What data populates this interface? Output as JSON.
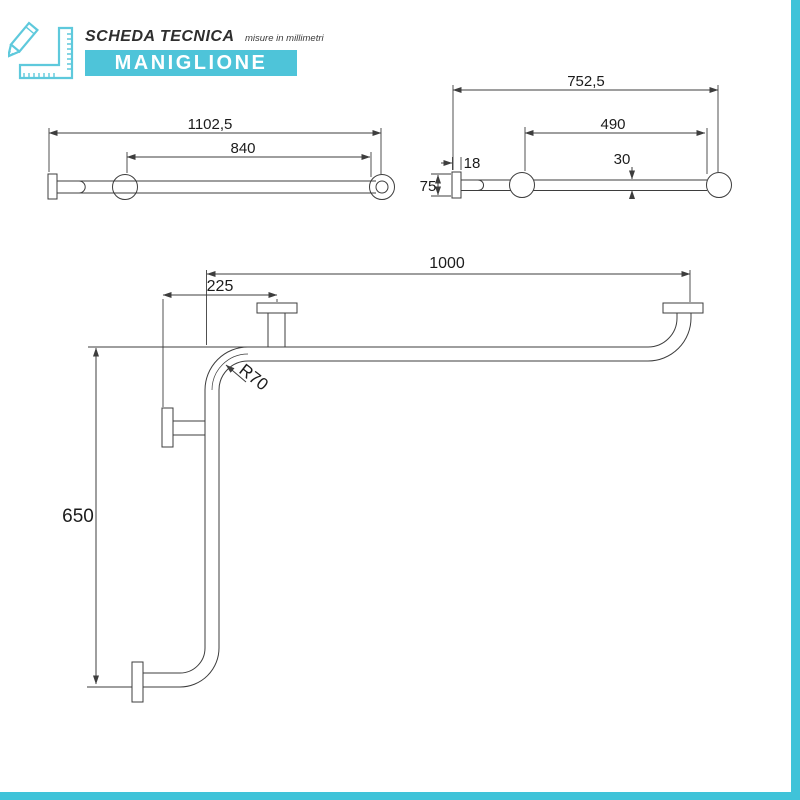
{
  "header": {
    "title": "SCHEDA TECNICA",
    "subtitle": "misure in millimetri",
    "banner_label": "MANIGLIONE"
  },
  "colors": {
    "accent": "#4ec4d9",
    "border_accent": "#3fc3d9",
    "line": "#3d3d3d",
    "background": "#ffffff"
  },
  "drawings": {
    "front_view": {
      "overall_length": "1102,5",
      "fixing_distance": "840"
    },
    "side_view": {
      "overall_length": "752,5",
      "fixing_distance": "490",
      "tube_diameter": "30",
      "plate_thickness": "18",
      "plate_height": "75"
    },
    "l_view": {
      "horizontal_length": "1000",
      "bracket_offset": "225",
      "vertical_length": "650",
      "bend_radius": "R70"
    }
  }
}
